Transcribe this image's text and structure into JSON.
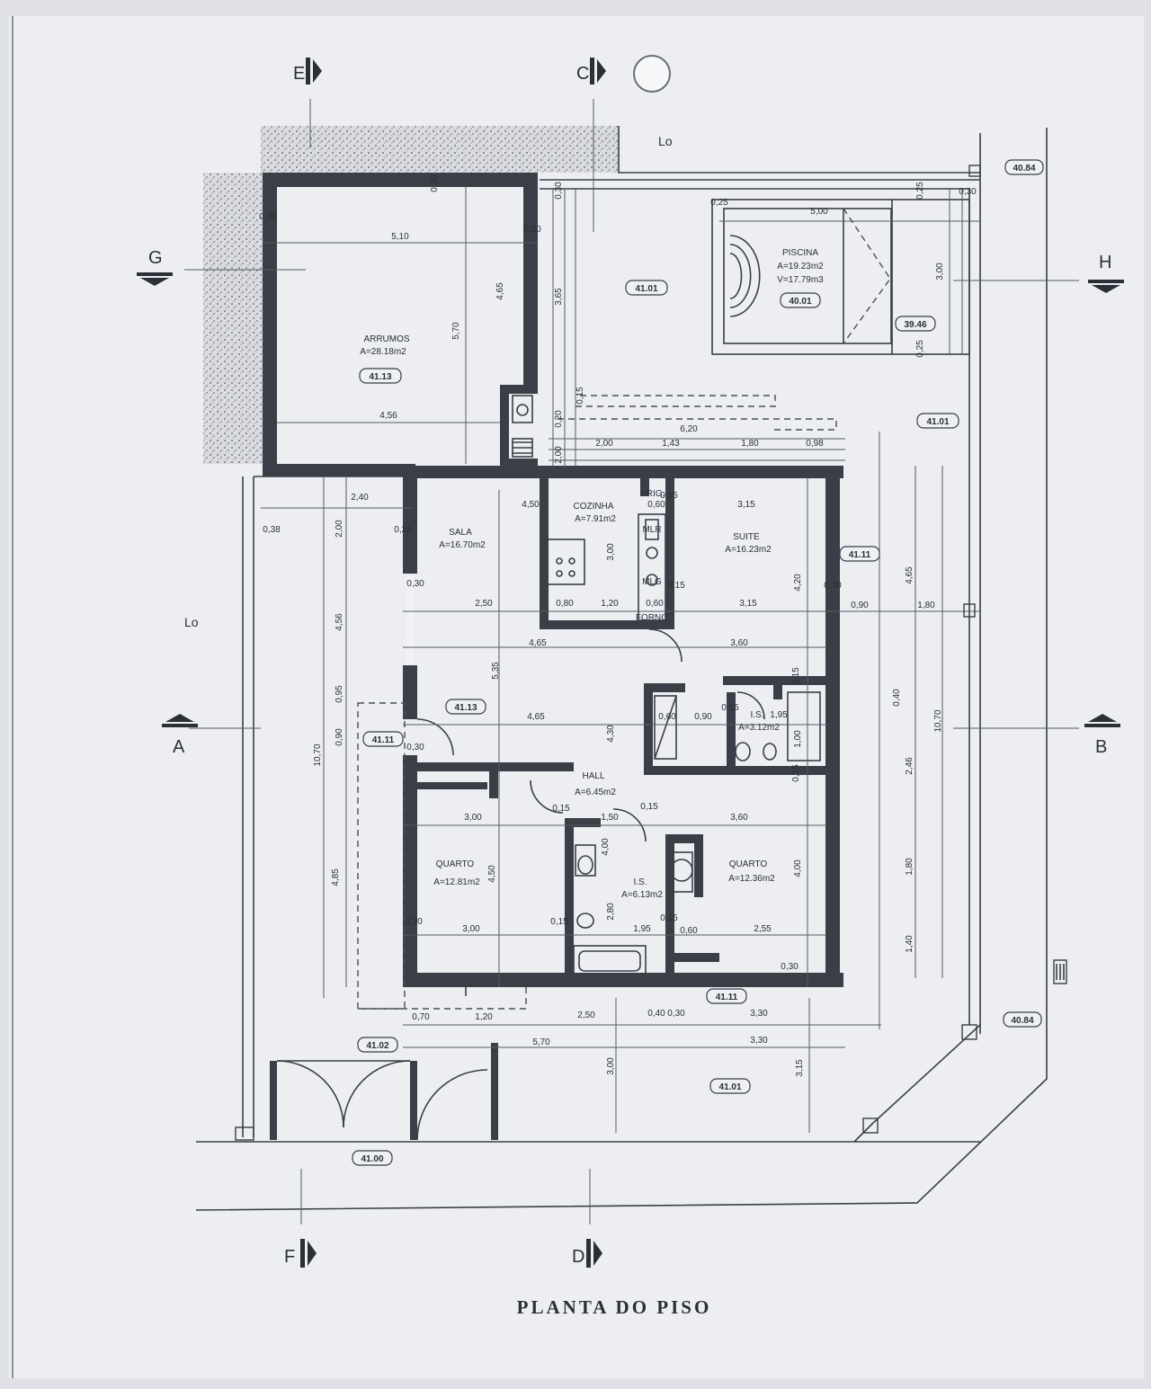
{
  "drawing": {
    "title": "PLANTA DO PISO",
    "lot_label_top": "Lo",
    "lot_label_left": "Lo"
  },
  "section_markers": [
    "E",
    "C",
    "G",
    "H",
    "A",
    "B",
    "F",
    "D"
  ],
  "rooms": {
    "arrumos": {
      "name": "ARRUMOS",
      "area": "A=28.18m2",
      "level": "41.13"
    },
    "sala": {
      "name": "SALA",
      "area": "A=16.70m2"
    },
    "cozinha": {
      "name": "COZINHA",
      "area": "A=7.91m2"
    },
    "suite": {
      "name": "SUITE",
      "area": "A=16.23m2"
    },
    "hall": {
      "name": "HALL",
      "area": "A=6.45m2"
    },
    "ws_top": {
      "name": "I.S.",
      "area": "A=3.12m2"
    },
    "quarto_left": {
      "name": "QUARTO",
      "area": "A=12.81m2"
    },
    "ws_mid": {
      "name": "I.S.",
      "area": "A=6.13m2"
    },
    "quarto_right": {
      "name": "QUARTO",
      "area": "A=12.36m2"
    },
    "piscina": {
      "name": "PISCINA",
      "area": "A=19.23m2",
      "volume": "V=17.79m3",
      "level": "40.01"
    }
  },
  "fixtures": {
    "frig": "FRIG.",
    "mlr": "MLR",
    "mlg": "MLG",
    "forno": "FORNO"
  },
  "levels": {
    "l1": "41.01",
    "l2": "41.01",
    "l3": "41.11",
    "l4": "41.13",
    "l5": "41.11",
    "l6": "41.11",
    "l7": "41.02",
    "l8": "41.01",
    "l9": "41.00",
    "l10": "39.46",
    "l11": "40.84",
    "l12": "40.84"
  },
  "dims": {
    "d1": "5,10",
    "d2": "4,56",
    "d3": "4,65",
    "d4": "5,70",
    "d5": "0,30",
    "d6": "0,30",
    "d7": "0,20",
    "d8": "0,30",
    "d9": "3,65",
    "d10": "0,15",
    "d11": "0,20",
    "d12": "0,25",
    "d13": "5,00",
    "d14": "3,00",
    "d15": "0,25",
    "d16": "0,25",
    "d17": "0,30",
    "d18": "6,20",
    "d19": "2,00",
    "d20": "1,43",
    "d21": "1,80",
    "d22": "0,98",
    "d23": "2,40",
    "d24": "0,38",
    "d25": "0,25",
    "d26": "2,00",
    "d27": "4,50",
    "d28": "0,60",
    "d29": "0,15",
    "d30": "3,15",
    "d31": "0,30",
    "d32": "3,00",
    "d33": "4,20",
    "d34": "2,50",
    "d35": "0,80",
    "d36": "1,20",
    "d37": "0,60",
    "d38": "0,15",
    "d39": "3,15",
    "d40": "0,90",
    "d41": "1,80",
    "d42": "0,30",
    "d43": "2,00",
    "d44": "4,65",
    "d45": "3,60",
    "d46": "5,35",
    "d47": "0,95",
    "d48": "0,15",
    "d49": "4,65",
    "d50": "0,60",
    "d51": "0,90",
    "d52": "1,95",
    "d53": "0,90",
    "d54": "10,70",
    "d55": "0,30",
    "d56": "4,30",
    "d57": "1,00",
    "d58": "0,40",
    "d59": "2,46",
    "d60": "10,70",
    "d61": "4,65",
    "d62": "0,15",
    "d63": "3,00",
    "d64": "0,15",
    "d65": "1,50",
    "d66": "0,15",
    "d67": "3,60",
    "d68": "4,85",
    "d69": "4,50",
    "d70": "0,15",
    "d71": "4,00",
    "d72": "1,80",
    "d73": "0,30",
    "d74": "3,00",
    "d75": "0,15",
    "d76": "2,80",
    "d77": "1,95",
    "d78": "0,15",
    "d79": "0,60",
    "d80": "2,55",
    "d81": "1,40",
    "d82": "0,30",
    "d83": "0,70",
    "d84": "1,20",
    "d85": "2,50",
    "d86": "0,40",
    "d87": "0,30",
    "d88": "3,30",
    "d89": "5,70",
    "d90": "3,30",
    "d91": "3,00",
    "d92": "3,15"
  },
  "colors": {
    "paper": "#eceef2",
    "ink": "#3a3e46"
  }
}
